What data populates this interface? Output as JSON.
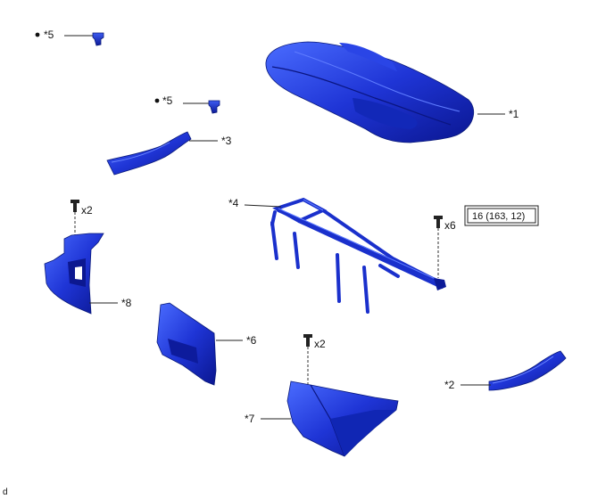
{
  "callouts": {
    "c1": "*1",
    "c2": "*2",
    "c3": "*3",
    "c4": "*4",
    "c5a": "*5",
    "c5b": "*5",
    "c6": "*6",
    "c7": "*7",
    "c8": "*8"
  },
  "quantities": {
    "bolt_left": "x2",
    "bolt_right": "x6",
    "bolt_bottom": "x2"
  },
  "torque_spec": "16 (163, 12)",
  "corner_code": "d",
  "colors": {
    "part_light": "#3a5cf0",
    "part_mid": "#1f35d6",
    "part_dark": "#0d1a9c",
    "line": "#222222"
  }
}
